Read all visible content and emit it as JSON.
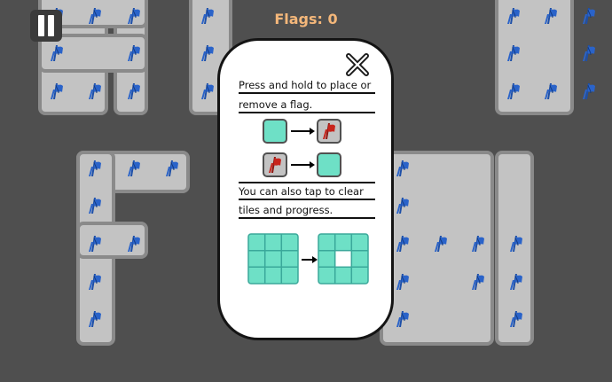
{
  "hud": {
    "flags_label": "Flags: 0",
    "pause_icon": "pause-icon"
  },
  "help": {
    "line1": "Press and hold to place or",
    "line2": "remove a flag.",
    "line3": "You can also tap to clear",
    "line4": "tiles and progress.",
    "close_icon": "close-icon",
    "prev_icon": "chevron-left-icon",
    "next_icon": "chevron-right-icon"
  },
  "colors": {
    "background": "#4f4f4f",
    "tile": "#c3c3c3",
    "tile_border": "#8a8a8a",
    "flag_blue": "#2a63c9",
    "flag_red": "#c8241c",
    "revealed_tile": "#6ee0c6",
    "flags_text": "#f4b77a"
  }
}
